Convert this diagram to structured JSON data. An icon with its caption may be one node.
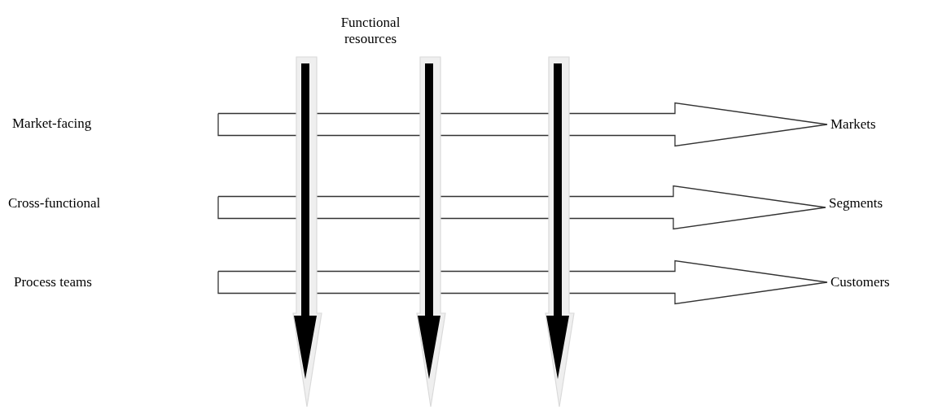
{
  "diagram": {
    "nodes": [
      {
        "text": [
          "Market-facing"
        ]
      },
      {
        "text": [
          "Cross-functional"
        ]
      },
      {
        "text": [
          "Process teams"
        ]
      },
      {
        "text": [
          "Markets"
        ]
      },
      {
        "text": [
          "Segments"
        ]
      },
      {
        "text": [
          "Customers"
        ]
      }
    ],
    "edges": [
      {
        "from": null,
        "to": 3,
        "arrow": "to"
      },
      {
        "from": null,
        "to": 4,
        "arrow": "to"
      },
      {
        "from": null,
        "to": 5,
        "arrow": "to"
      }
    ],
    "labels": [
      "Functional resources"
    ]
  }
}
